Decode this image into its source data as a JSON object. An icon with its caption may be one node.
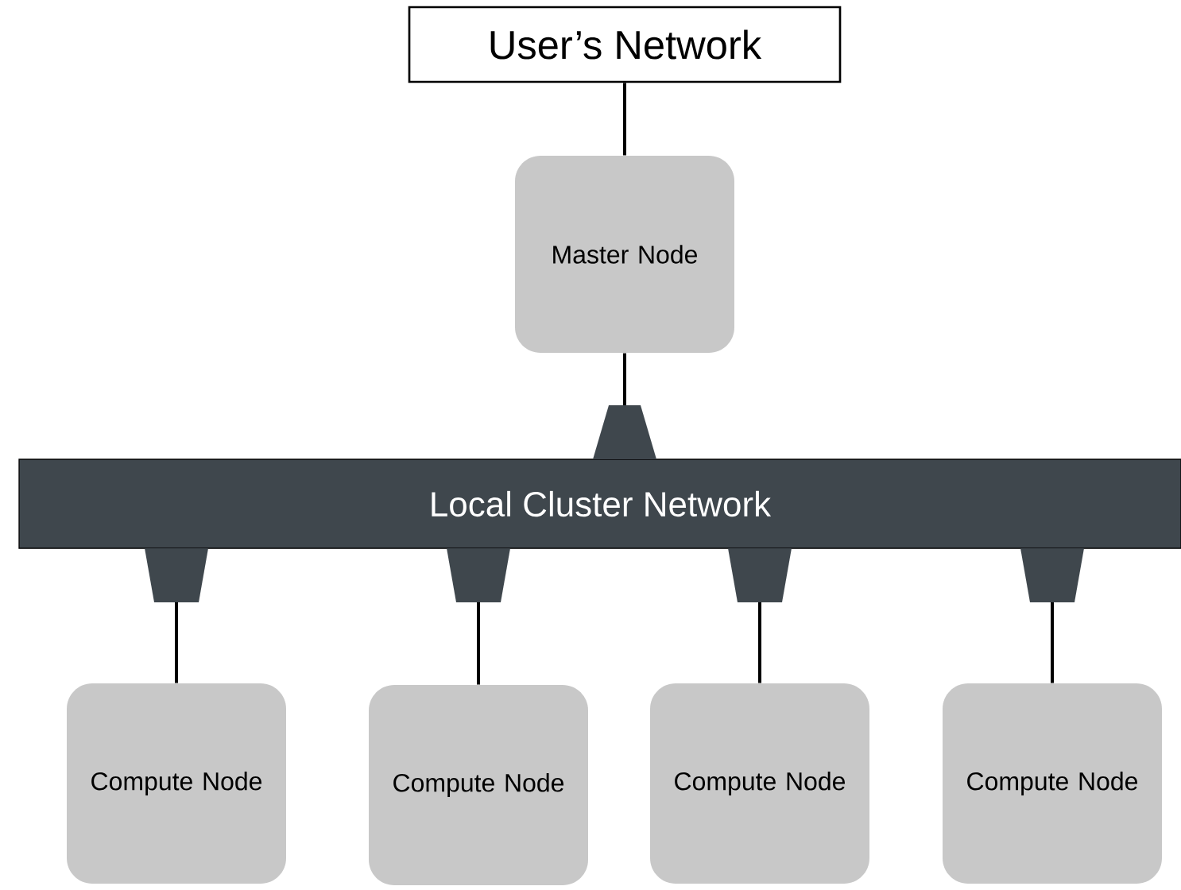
{
  "diagram": {
    "nodes": [
      {
        "text": [
          "User’s Network"
        ]
      },
      {
        "text": [
          "Master Node"
        ]
      },
      {
        "text": [
          "Local Cluster Network"
        ]
      },
      {
        "text": [
          "Compute Node"
        ]
      },
      {
        "text": [
          "Compute Node"
        ]
      },
      {
        "text": [
          "Compute Node"
        ]
      },
      {
        "text": [
          "Compute Node"
        ]
      }
    ],
    "edges": [
      {
        "from": 0,
        "to": 1,
        "arrow": "none"
      },
      {
        "from": 1,
        "to": 2,
        "arrow": "none"
      },
      {
        "from": 2,
        "to": 3,
        "arrow": "none"
      },
      {
        "from": 2,
        "to": 4,
        "arrow": "none"
      },
      {
        "from": 2,
        "to": 5,
        "arrow": "none"
      },
      {
        "from": 2,
        "to": 6,
        "arrow": "none"
      }
    ]
  }
}
